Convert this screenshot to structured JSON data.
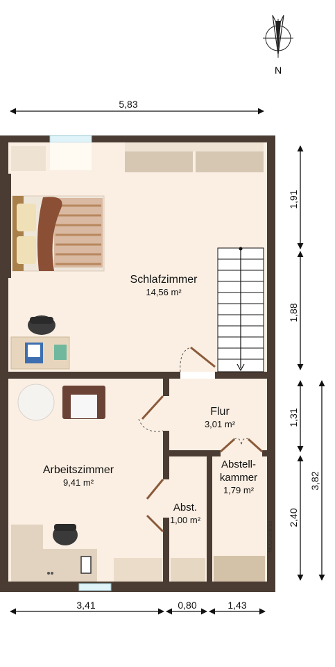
{
  "compass": {
    "label": "N",
    "icon": "compass-icon"
  },
  "rooms": {
    "schlafzimmer": {
      "name": "Schlafzimmer",
      "area": "14,56 m²"
    },
    "flur": {
      "name": "Flur",
      "area": "3,01 m²"
    },
    "arbeitszimmer": {
      "name": "Arbeitszimmer",
      "area": "9,41 m²"
    },
    "abst": {
      "name": "Abst.",
      "area": "1,00 m²"
    },
    "abstellkammer": {
      "name_line1": "Abstell-",
      "name_line2": "kammer",
      "area": "1,79 m²"
    }
  },
  "dimensions": {
    "top": "5,83",
    "bottom": [
      "3,41",
      "0,80",
      "1,43"
    ],
    "right_inner": [
      "1,91",
      "1,88",
      "1,31",
      "2,40"
    ],
    "right_outer": "3,82"
  },
  "watermark": "McGrundriss",
  "colors": {
    "floor": "#fbefe3",
    "wall": "#4a3c33",
    "stair": "#ffffff"
  }
}
